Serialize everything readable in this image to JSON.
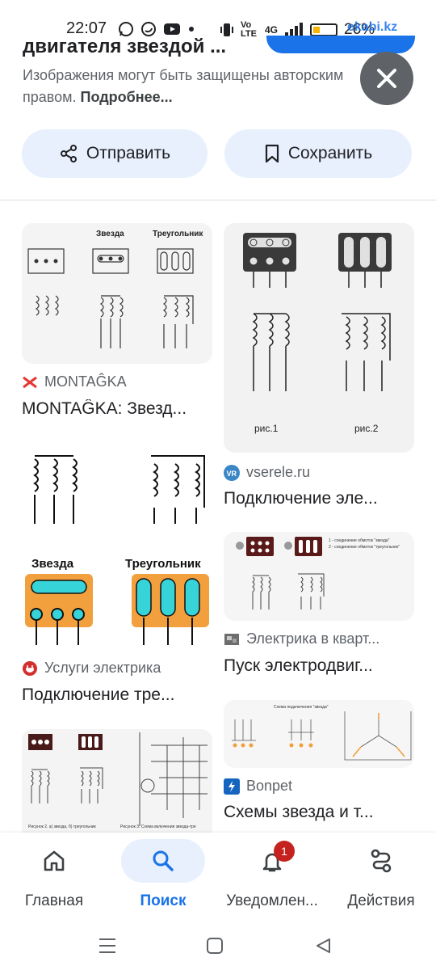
{
  "status": {
    "time": "22:07",
    "network_label": "Vo LTE",
    "signal_label": "4G",
    "battery_percent": "26%",
    "watermark": "ekabi.kz"
  },
  "header": {
    "partial_title": "двигателя звездой ...",
    "copyright_text": "Изображения могут быть защищены авторским правом.",
    "more_link": "Подробнее..."
  },
  "actions": {
    "share_label": "Отправить",
    "save_label": "Сохранить"
  },
  "results": {
    "left": [
      {
        "thumb_labels": [
          "Звезда",
          "Треугольник"
        ],
        "source": "MONTAĜKA",
        "caption": "MONTAĜKA: Звезд..."
      },
      {
        "thumb_labels": [
          "Звезда",
          "Треугольник"
        ],
        "source": "Услуги электрика",
        "caption": "Подключение тре..."
      },
      {
        "thumb_labels": [
          "Рисунок 2. а) звезда, б) треугольник",
          "Рисунок 3. Схема включения звезда-тре"
        ]
      }
    ],
    "right": [
      {
        "thumb_labels": [
          "рис.1",
          "рис.2"
        ],
        "source": "vserele.ru",
        "caption": "Подключение эле..."
      },
      {
        "thumb_labels": [
          "1 - соединение обмоток \"звезда\"",
          "2 - соединение обмоток \"треугольник\""
        ],
        "source": "Электрика в кварт...",
        "caption": "Пуск электродвиг..."
      },
      {
        "thumb_labels": [
          "Схема подключения \"звезда\""
        ],
        "source": "Bonpet",
        "caption": "Схемы звезда и т..."
      }
    ]
  },
  "bottom_nav": {
    "home": "Главная",
    "search": "Поиск",
    "notifications": "Уведомлен...",
    "notifications_badge": "1",
    "actions": "Действия"
  },
  "colors": {
    "accent": "#1a73e8",
    "chip_bg": "#e8f0fe",
    "badge": "#c5221f",
    "orange": "#f2a03d",
    "cyan": "#36d3d8"
  }
}
